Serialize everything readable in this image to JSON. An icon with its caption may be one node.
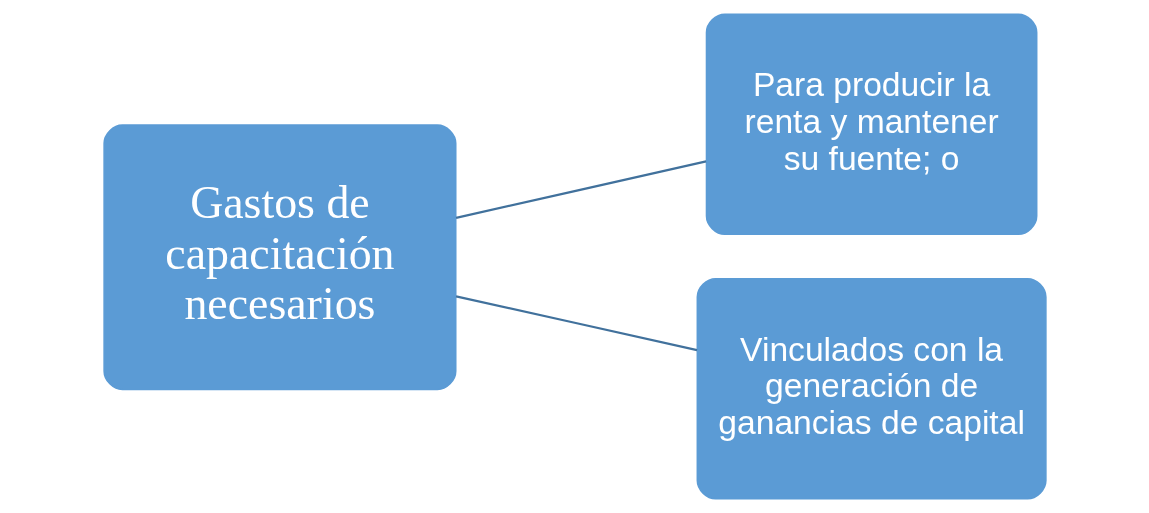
{
  "diagram": {
    "nodes": [
      {
        "text": [
          "Gastos de capacitación necesarios"
        ]
      },
      {
        "text": [
          "Para producir la renta y mantener su fuente; o"
        ]
      },
      {
        "text": [
          "Vinculados con la generación de ganancias de capital"
        ]
      }
    ],
    "edges": [
      {
        "from": 0,
        "to": 1,
        "arrow": "none"
      },
      {
        "from": 0,
        "to": 2,
        "arrow": "none"
      }
    ]
  }
}
